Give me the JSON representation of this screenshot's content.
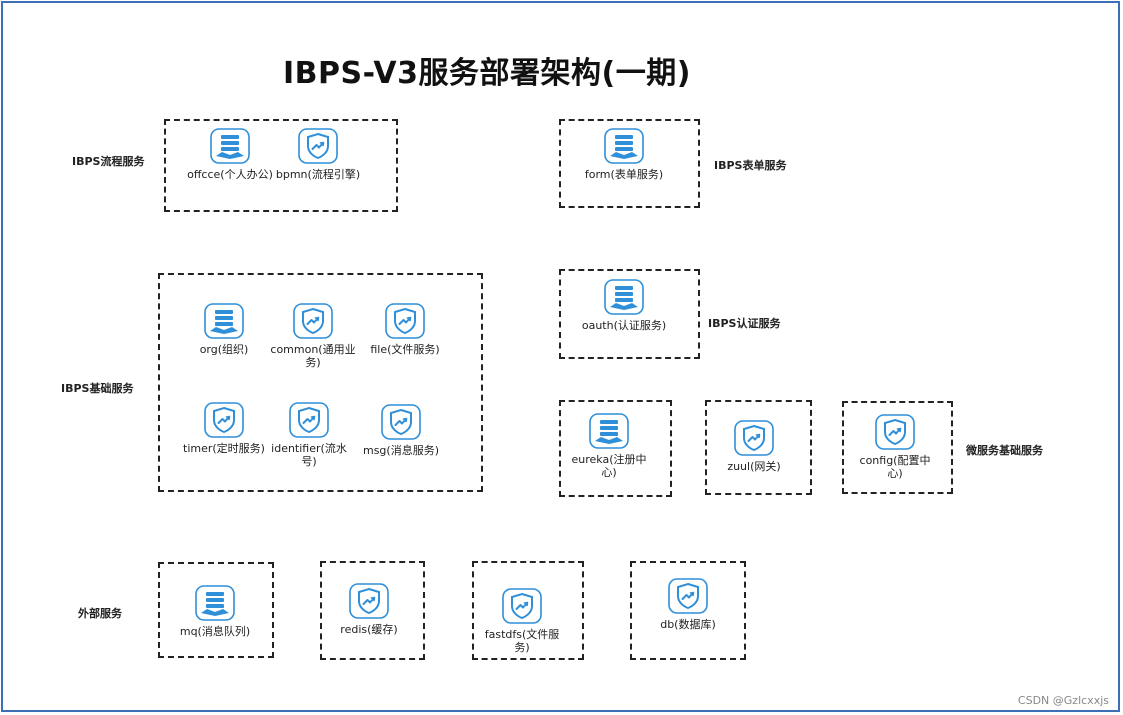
{
  "title": "IBPS-V3服务部署架构(一期)",
  "watermark": "CSDN @Gzlcxxjs",
  "groups": {
    "process": {
      "label": "IBPS流程服务",
      "services": [
        {
          "name": "offcce(个人办公)",
          "icon": "server-icon"
        },
        {
          "name": "bpmn(流程引擎)",
          "icon": "shield-icon"
        }
      ]
    },
    "form": {
      "label": "IBPS表单服务",
      "services": [
        {
          "name": "form(表单服务)",
          "icon": "server-icon"
        }
      ]
    },
    "base": {
      "label": "IBPS基础服务",
      "services": [
        {
          "name": "org(组织)",
          "icon": "server-icon"
        },
        {
          "name": "common(通用业务)",
          "icon": "shield-icon"
        },
        {
          "name": "file(文件服务)",
          "icon": "shield-icon"
        },
        {
          "name": "timer(定时服务)",
          "icon": "shield-icon"
        },
        {
          "name": "identifier(流水号)",
          "icon": "shield-icon"
        },
        {
          "name": "msg(消息服务)",
          "icon": "shield-icon"
        }
      ]
    },
    "auth": {
      "label": "IBPS认证服务",
      "services": [
        {
          "name": "oauth(认证服务)",
          "icon": "server-icon"
        }
      ]
    },
    "micro": {
      "label": "微服务基础服务",
      "services": [
        {
          "name": "eureka(注册中心)",
          "icon": "server-icon"
        },
        {
          "name": "zuul(网关)",
          "icon": "shield-icon"
        },
        {
          "name": "config(配置中心)",
          "icon": "shield-icon"
        }
      ]
    },
    "external": {
      "label": "外部服务",
      "services": [
        {
          "name": "mq(消息队列)",
          "icon": "server-icon"
        },
        {
          "name": "redis(缓存)",
          "icon": "shield-icon"
        },
        {
          "name": "fastdfs(文件服务)",
          "icon": "shield-icon"
        },
        {
          "name": "db(数据库)",
          "icon": "shield-icon"
        }
      ]
    }
  }
}
